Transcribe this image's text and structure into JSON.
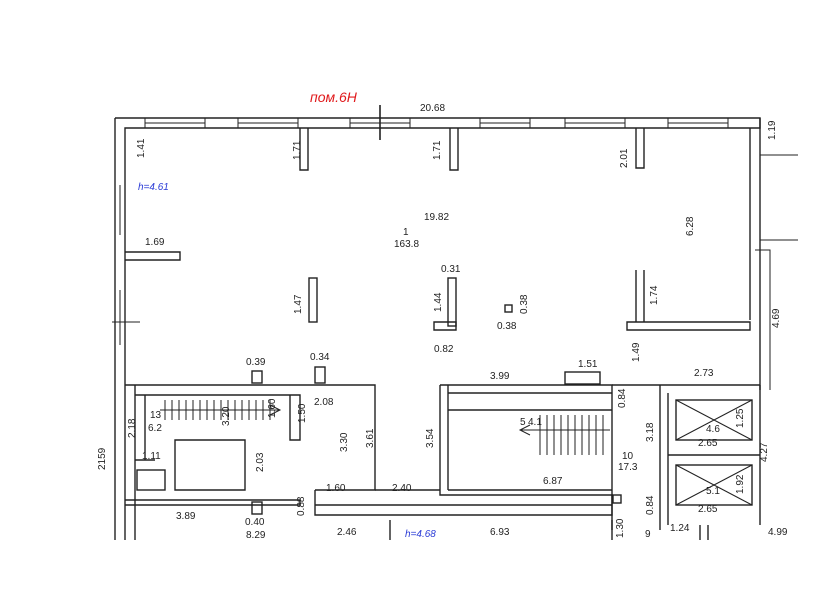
{
  "plan": {
    "room_label": "пом.6Н",
    "heights": {
      "main": "h=4.61",
      "lower": "h=4.68"
    },
    "main_room": {
      "number": "1",
      "area": "163.8",
      "length": "19.82"
    },
    "dims": {
      "d20_68": "20.68",
      "d1_19": "1.19",
      "d1_41": "1.41",
      "d1_71a": "1.71",
      "d1_71b": "1.71",
      "d2_01": "2.01",
      "d6_28": "6.28",
      "d1_69": "1.69",
      "d1_47": "1.47",
      "d0_31": "0.31",
      "d1_44": "1.44",
      "d0_38v": "0.38",
      "d0_38": "0.38",
      "d1_74": "1.74",
      "d4_69": "4.69",
      "d0_82": "0.82",
      "d0_39": "0.39",
      "d0_34": "0.34",
      "d1_49": "1.49",
      "d1_51": "1.51",
      "d3_99": "3.99",
      "d2_73": "2.73",
      "d1_60v": "1.60",
      "d2_08": "2.08",
      "d1_50": "1.50",
      "d3_30": "3.30",
      "d3_61": "3.61",
      "d3_54": "3.54",
      "d0_84a": "0.84",
      "d3_18": "3.18",
      "d2_18": "2.18",
      "d2_159": "2159",
      "d1_11": "1.11",
      "d2_03": "2.03",
      "d3_89": "3.89",
      "d0_40": "0.40",
      "d8_29": "8.29",
      "d0_88": "0.88",
      "d1_60": "1.60",
      "d2_40": "2.40",
      "d6_87": "6.87",
      "d0_84b": "0.84",
      "d2_46": "2.46",
      "d6_93": "6.93",
      "d1_30": "1.30",
      "d9": "9",
      "d1_24": "1.24",
      "d4_99": "4.99",
      "d2_65a": "2.65",
      "d2_65b": "2.65",
      "d4_27": "4.27",
      "d1_25": "1.25",
      "d1_92": "1.92",
      "d3_20": "3.20"
    },
    "rooms": {
      "r13": "13",
      "r13_area": "6.2",
      "r5": "5",
      "r5_area": "4.1",
      "r10": "10",
      "r10_area": "17.3",
      "r4_6": "4.6",
      "r5_1": "5.1"
    }
  }
}
